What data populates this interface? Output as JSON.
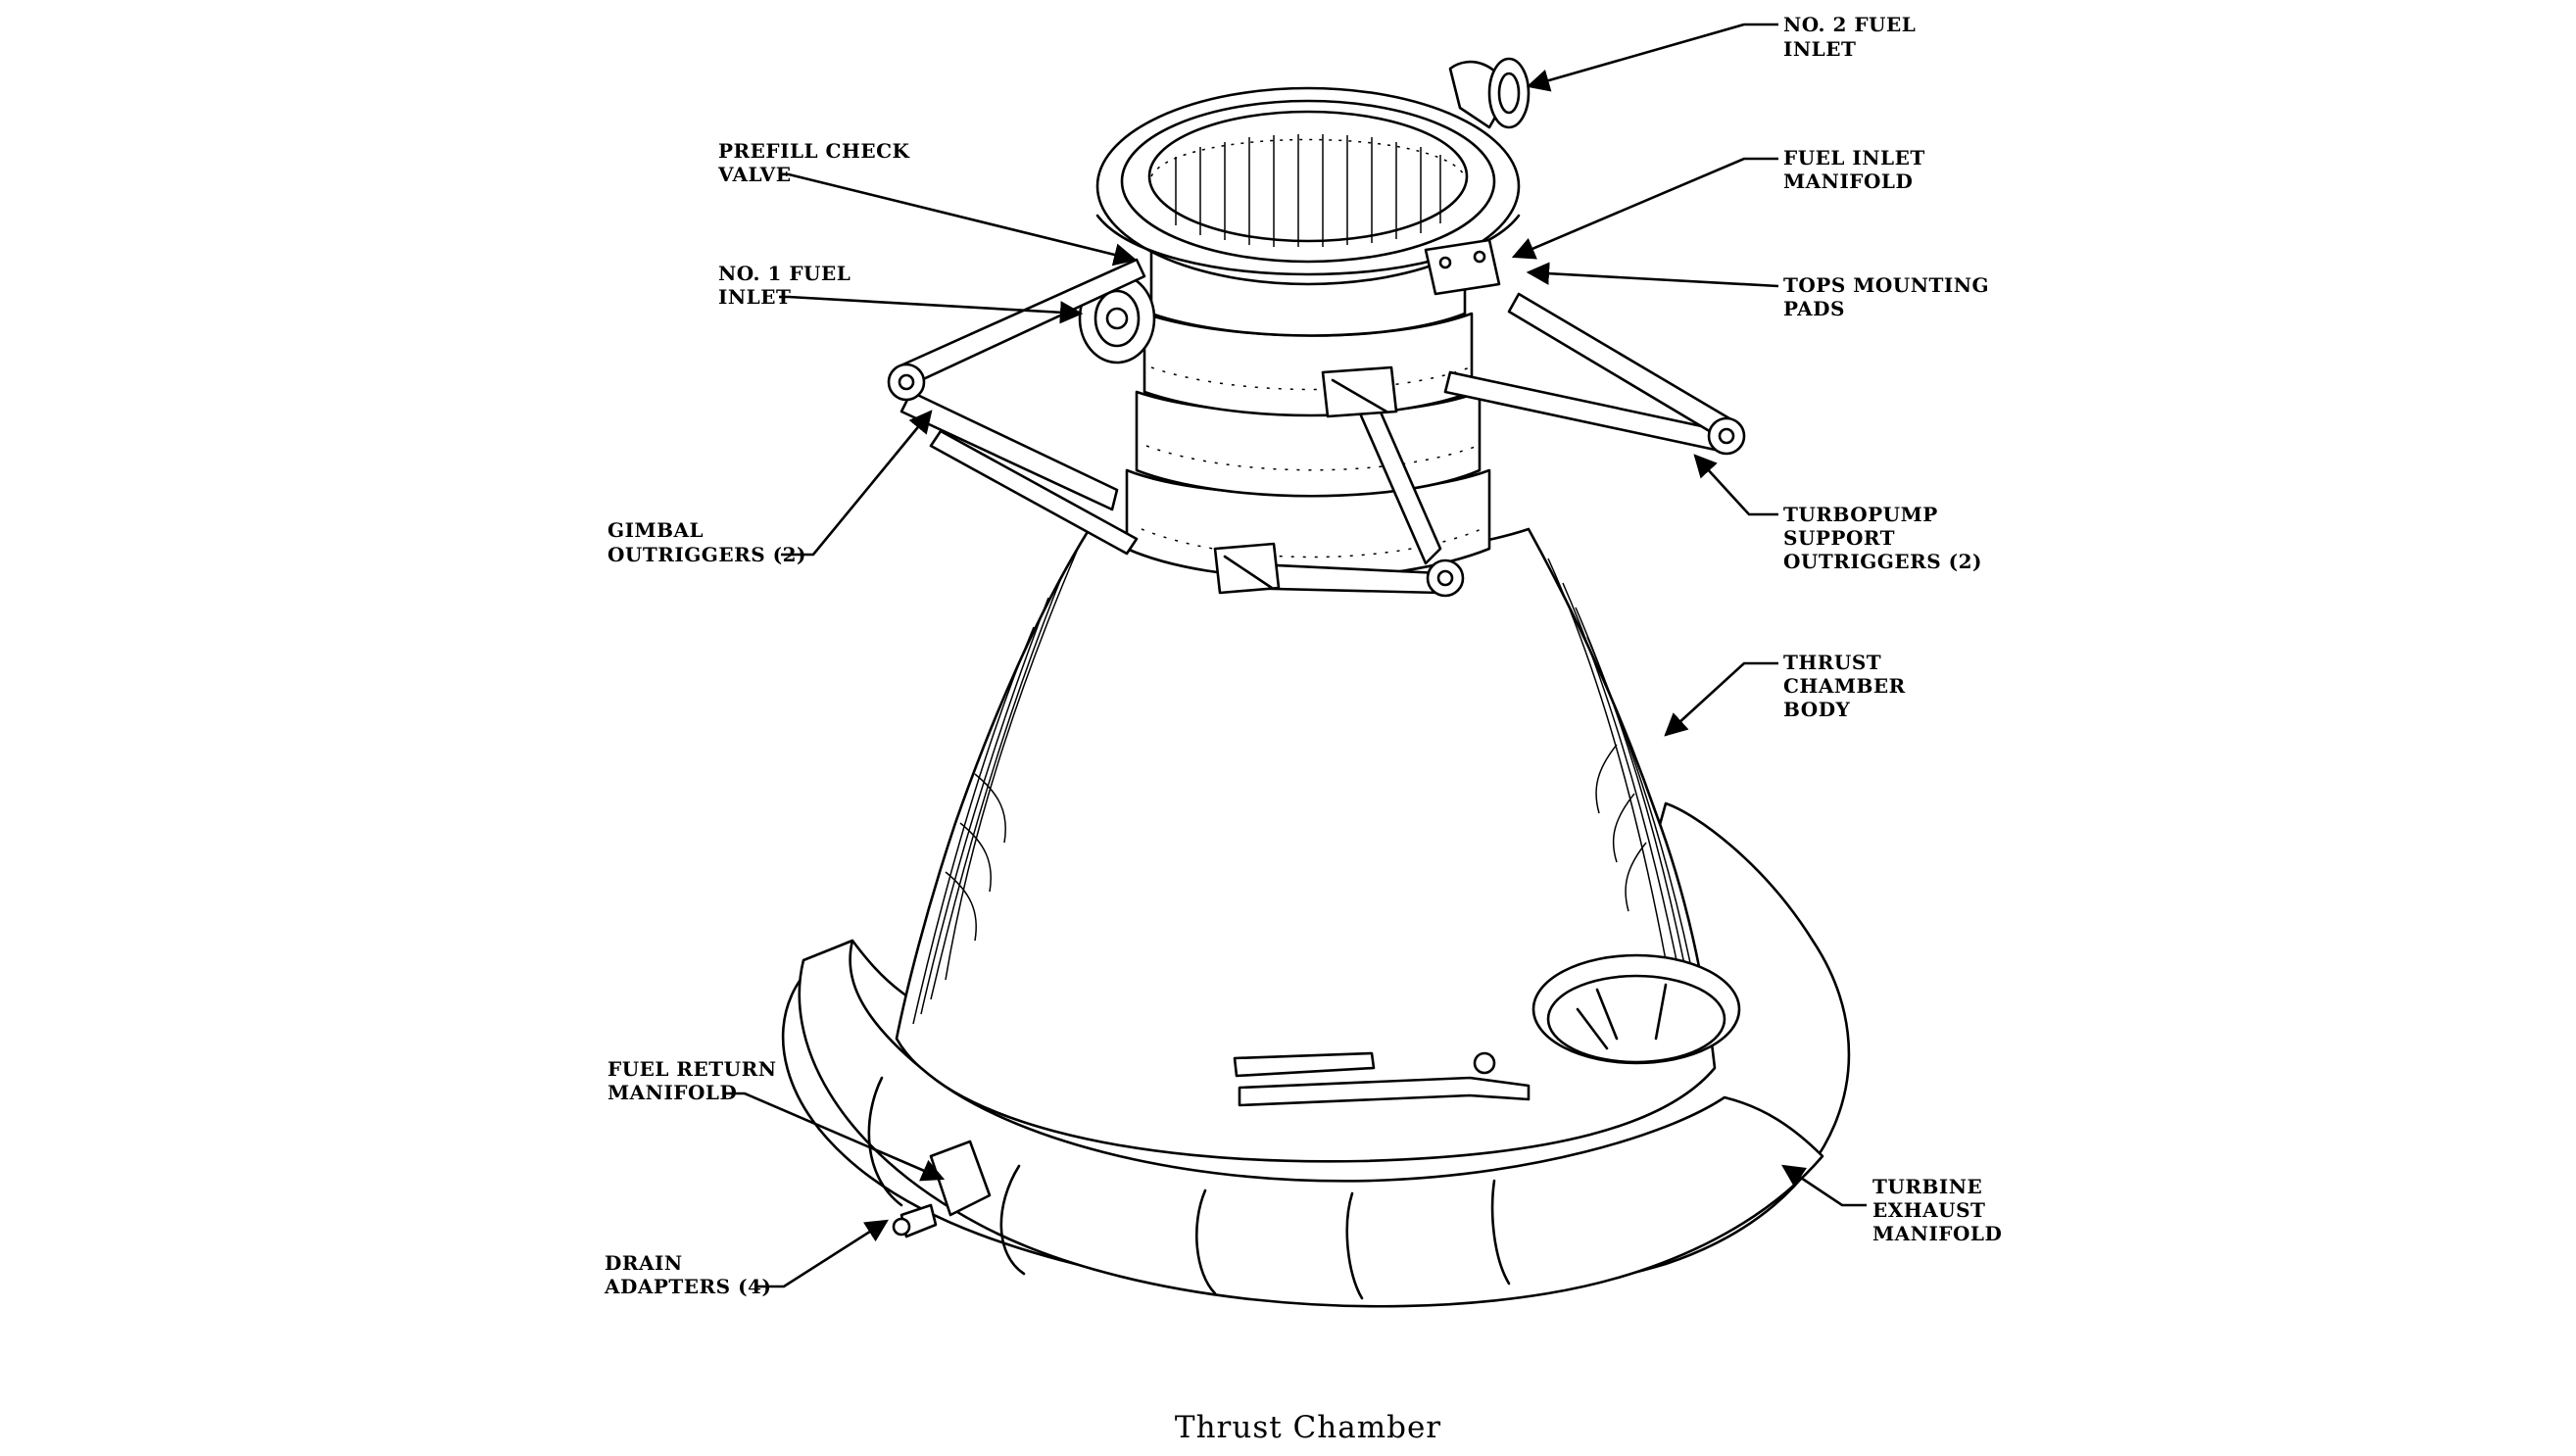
{
  "figure": {
    "caption": "Thrust Chamber",
    "callouts": [
      {
        "id": "no2-fuel-inlet",
        "lines": [
          "NO. 2 FUEL",
          "INLET"
        ]
      },
      {
        "id": "prefill-check-valve",
        "lines": [
          "PREFILL CHECK",
          "VALVE"
        ]
      },
      {
        "id": "fuel-inlet-manifold",
        "lines": [
          "FUEL INLET",
          "MANIFOLD"
        ]
      },
      {
        "id": "tops-mounting-pads",
        "lines": [
          "TOPS MOUNTING",
          "PADS"
        ]
      },
      {
        "id": "no1-fuel-inlet",
        "lines": [
          "NO. 1 FUEL",
          "INLET"
        ]
      },
      {
        "id": "gimbal-outriggers",
        "lines": [
          "GIMBAL",
          "OUTRIGGERS (2)"
        ]
      },
      {
        "id": "turbopump-support-outriggers",
        "lines": [
          "TURBOPUMP",
          "SUPPORT",
          "OUTRIGGERS (2)"
        ]
      },
      {
        "id": "thrust-chamber-body",
        "lines": [
          "THRUST",
          "CHAMBER",
          "BODY"
        ]
      },
      {
        "id": "fuel-return-manifold",
        "lines": [
          "FUEL RETURN",
          "MANIFOLD"
        ]
      },
      {
        "id": "drain-adapters",
        "lines": [
          "DRAIN",
          "ADAPTERS (4)"
        ]
      },
      {
        "id": "turbine-exhaust-manifold",
        "lines": [
          "TURBINE",
          "EXHAUST",
          "MANIFOLD"
        ]
      }
    ]
  }
}
